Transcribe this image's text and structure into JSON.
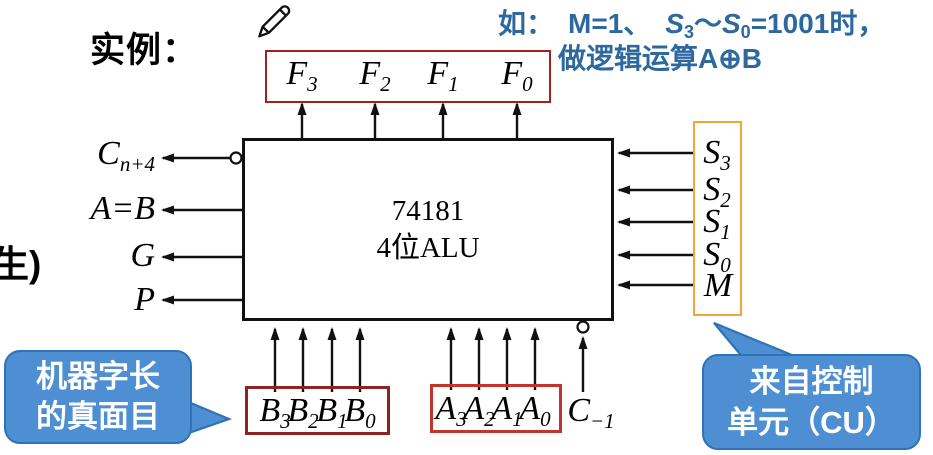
{
  "title_label": "实例：",
  "edge_fragment": "生)",
  "callout": {
    "prefix": "如：",
    "m_term": "M=1、",
    "s_hi_base": "S",
    "s_hi_sub": "3",
    "range_tilde": "～",
    "s_lo_base": "S",
    "s_lo_sub": "0",
    "value_term": "=1001时，",
    "line2_text": "做逻辑运算",
    "line2_expr": "A⊕B"
  },
  "f_outputs": [
    {
      "base": "F",
      "sub": "3"
    },
    {
      "base": "F",
      "sub": "2"
    },
    {
      "base": "F",
      "sub": "1"
    },
    {
      "base": "F",
      "sub": "0"
    }
  ],
  "alu": {
    "name": "74181",
    "desc": "4位ALU"
  },
  "left_outputs": [
    {
      "base": "C",
      "sub": "n+4"
    },
    {
      "base": "A=B",
      "sub": ""
    },
    {
      "base": "G",
      "sub": ""
    },
    {
      "base": "P",
      "sub": ""
    }
  ],
  "control_inputs": [
    {
      "base": "S",
      "sub": "3"
    },
    {
      "base": "S",
      "sub": "2"
    },
    {
      "base": "S",
      "sub": "1"
    },
    {
      "base": "S",
      "sub": "0"
    },
    {
      "base": "M",
      "sub": ""
    }
  ],
  "b_inputs": [
    {
      "base": "B",
      "sub": "3"
    },
    {
      "base": "B",
      "sub": "2"
    },
    {
      "base": "B",
      "sub": "1"
    },
    {
      "base": "B",
      "sub": "0"
    }
  ],
  "a_inputs": [
    {
      "base": "A",
      "sub": "3"
    },
    {
      "base": "A",
      "sub": "2"
    },
    {
      "base": "A",
      "sub": "1"
    },
    {
      "base": "A",
      "sub": "0"
    }
  ],
  "carry_in": {
    "base": "C",
    "sub": "−1"
  },
  "bubble_left": {
    "line1": "机器字长",
    "line2": "的真面目"
  },
  "bubble_right": {
    "line1": "来自控制",
    "line2": "单元（CU）"
  },
  "icons": {
    "pencil": "✎"
  },
  "colors": {
    "annotation_blue": "#2d689f",
    "bubble_fill": "#4e8ed2",
    "bubble_border": "#2e74b5",
    "f_box_red": "#9e211b",
    "b_box_red": "#8e2420",
    "a_box_red": "#c3352b",
    "s_box_orange": "#f0a832",
    "line_black": "#111111"
  }
}
